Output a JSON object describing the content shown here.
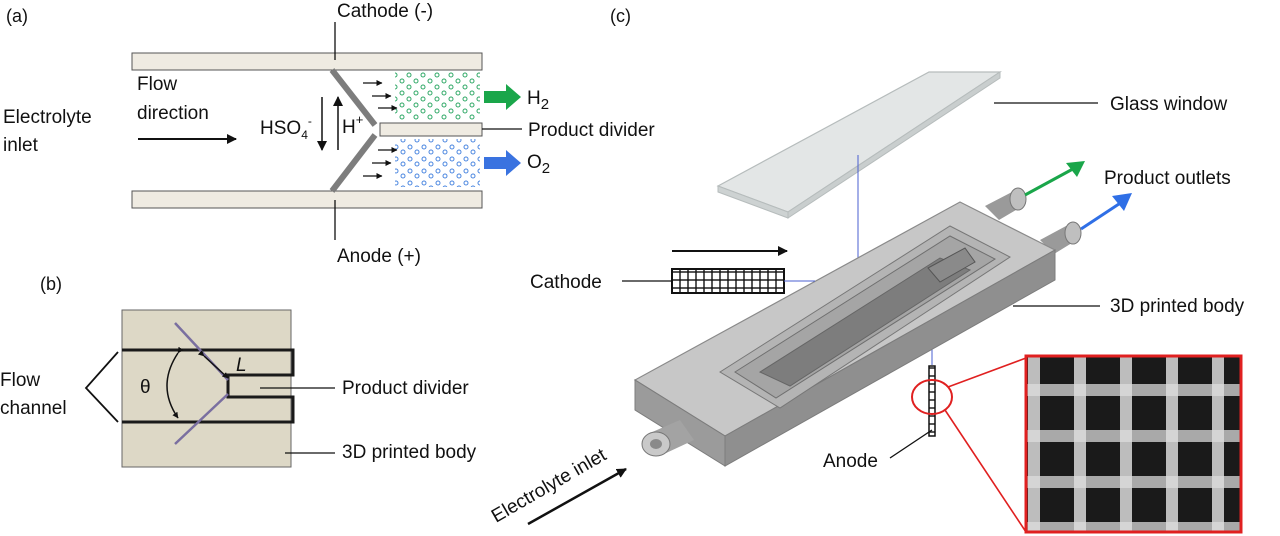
{
  "panels": {
    "a": "(a)",
    "b": "(b)",
    "c": "(c)"
  },
  "a": {
    "cathode": "Cathode (-)",
    "anode": "Anode (+)",
    "flow_direction_1": "Flow",
    "flow_direction_2": "direction",
    "inlet_1": "Electrolyte",
    "inlet_2": "inlet",
    "hso4": "HSO",
    "hso4_sub": "4",
    "hso4_sup": "-",
    "hplus": "H",
    "hplus_sup": "+",
    "h2": "H",
    "h2_sub": "2",
    "o2": "O",
    "o2_sub": "2",
    "product_divider": "Product divider",
    "colors": {
      "h2_arrow": "#1aa64a",
      "o2_arrow": "#3a73e0",
      "plate": "#efebe2",
      "electrode": "#7d7d7d"
    }
  },
  "b": {
    "flow_1": "Flow",
    "flow_2": "channel",
    "theta": "θ",
    "L": "L",
    "product_divider": "Product divider",
    "printed_body": "3D printed body"
  },
  "c": {
    "glass_window": "Glass window",
    "product_outlets": "Product outlets",
    "cathode": "Cathode",
    "printed_body": "3D printed body",
    "anode": "Anode",
    "electrolyte_inlet": "Electrolyte inlet",
    "colors": {
      "green_arrow": "#1aa64a",
      "blue_arrow": "#2f6fe6",
      "zoom_frame": "#e02020"
    }
  }
}
